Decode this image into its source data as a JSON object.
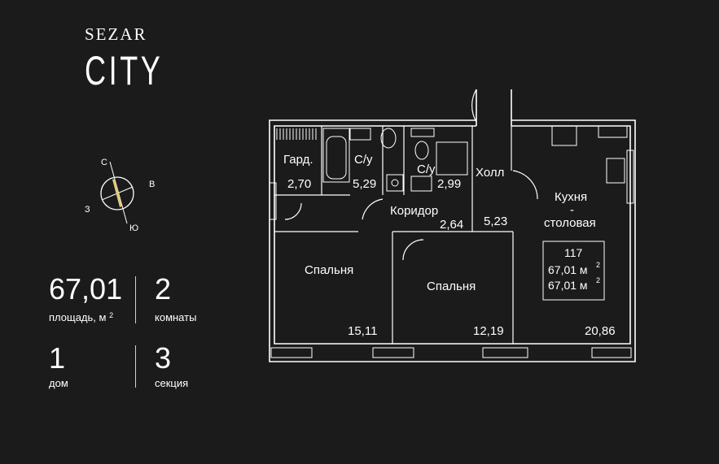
{
  "brand": {
    "name_top": "SEZAR",
    "name_bottom": "CITY"
  },
  "compass": {
    "north": "С",
    "east": "В",
    "south": "Ю",
    "west": "З"
  },
  "stats": {
    "area": {
      "value": "67,01",
      "label": "площадь, м",
      "label_sup": "2"
    },
    "rooms": {
      "value": "2",
      "label": "комнаты"
    },
    "building": {
      "value": "1",
      "label": "дом"
    },
    "section": {
      "value": "3",
      "label": "секция"
    }
  },
  "plan": {
    "rooms": {
      "wardrobe": {
        "name": "Гард.",
        "area": "2,70"
      },
      "bathroom1": {
        "name": "С/у",
        "area": "5,29"
      },
      "bathroom2": {
        "name": "С/у",
        "area": "2,99"
      },
      "hall": {
        "name": "Холл",
        "area": "5,23"
      },
      "corridor": {
        "name": "Коридор",
        "area": "2,64"
      },
      "kitchen_line1": "Кухня",
      "kitchen_line2": "-",
      "kitchen_line3": "столовая",
      "kitchen_area": "20,86",
      "bedroom1": {
        "name": "Спальня",
        "area": "15,11"
      },
      "bedroom2": {
        "name": "Спальня",
        "area": "12,19"
      }
    },
    "info_box": {
      "number": "117",
      "area_line1": "67,01 м",
      "area_line2": "67,01 м",
      "sup": "2"
    }
  }
}
